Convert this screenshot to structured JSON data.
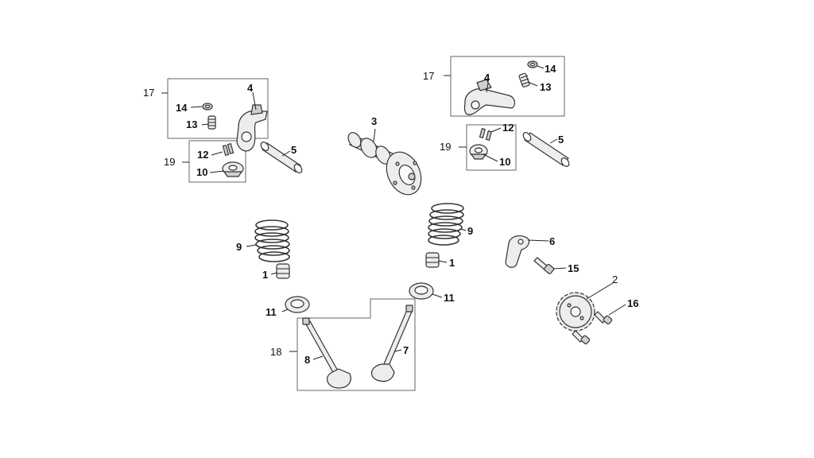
{
  "callouts": {
    "c1a": "1",
    "c1b": "1",
    "c2": "2",
    "c3": "3",
    "c4a": "4",
    "c4b": "4",
    "c5a": "5",
    "c5b": "5",
    "c6": "6",
    "c7": "7",
    "c8": "8",
    "c9a": "9",
    "c9b": "9",
    "c10a": "10",
    "c10b": "10",
    "c11a": "11",
    "c11b": "11",
    "c12a": "12",
    "c12b": "12",
    "c13a": "13",
    "c13b": "13",
    "c14a": "14",
    "c14b": "14",
    "c15": "15",
    "c16": "16",
    "c17a": "17",
    "c17b": "17",
    "c18": "18",
    "c19a": "19",
    "c19b": "19"
  }
}
